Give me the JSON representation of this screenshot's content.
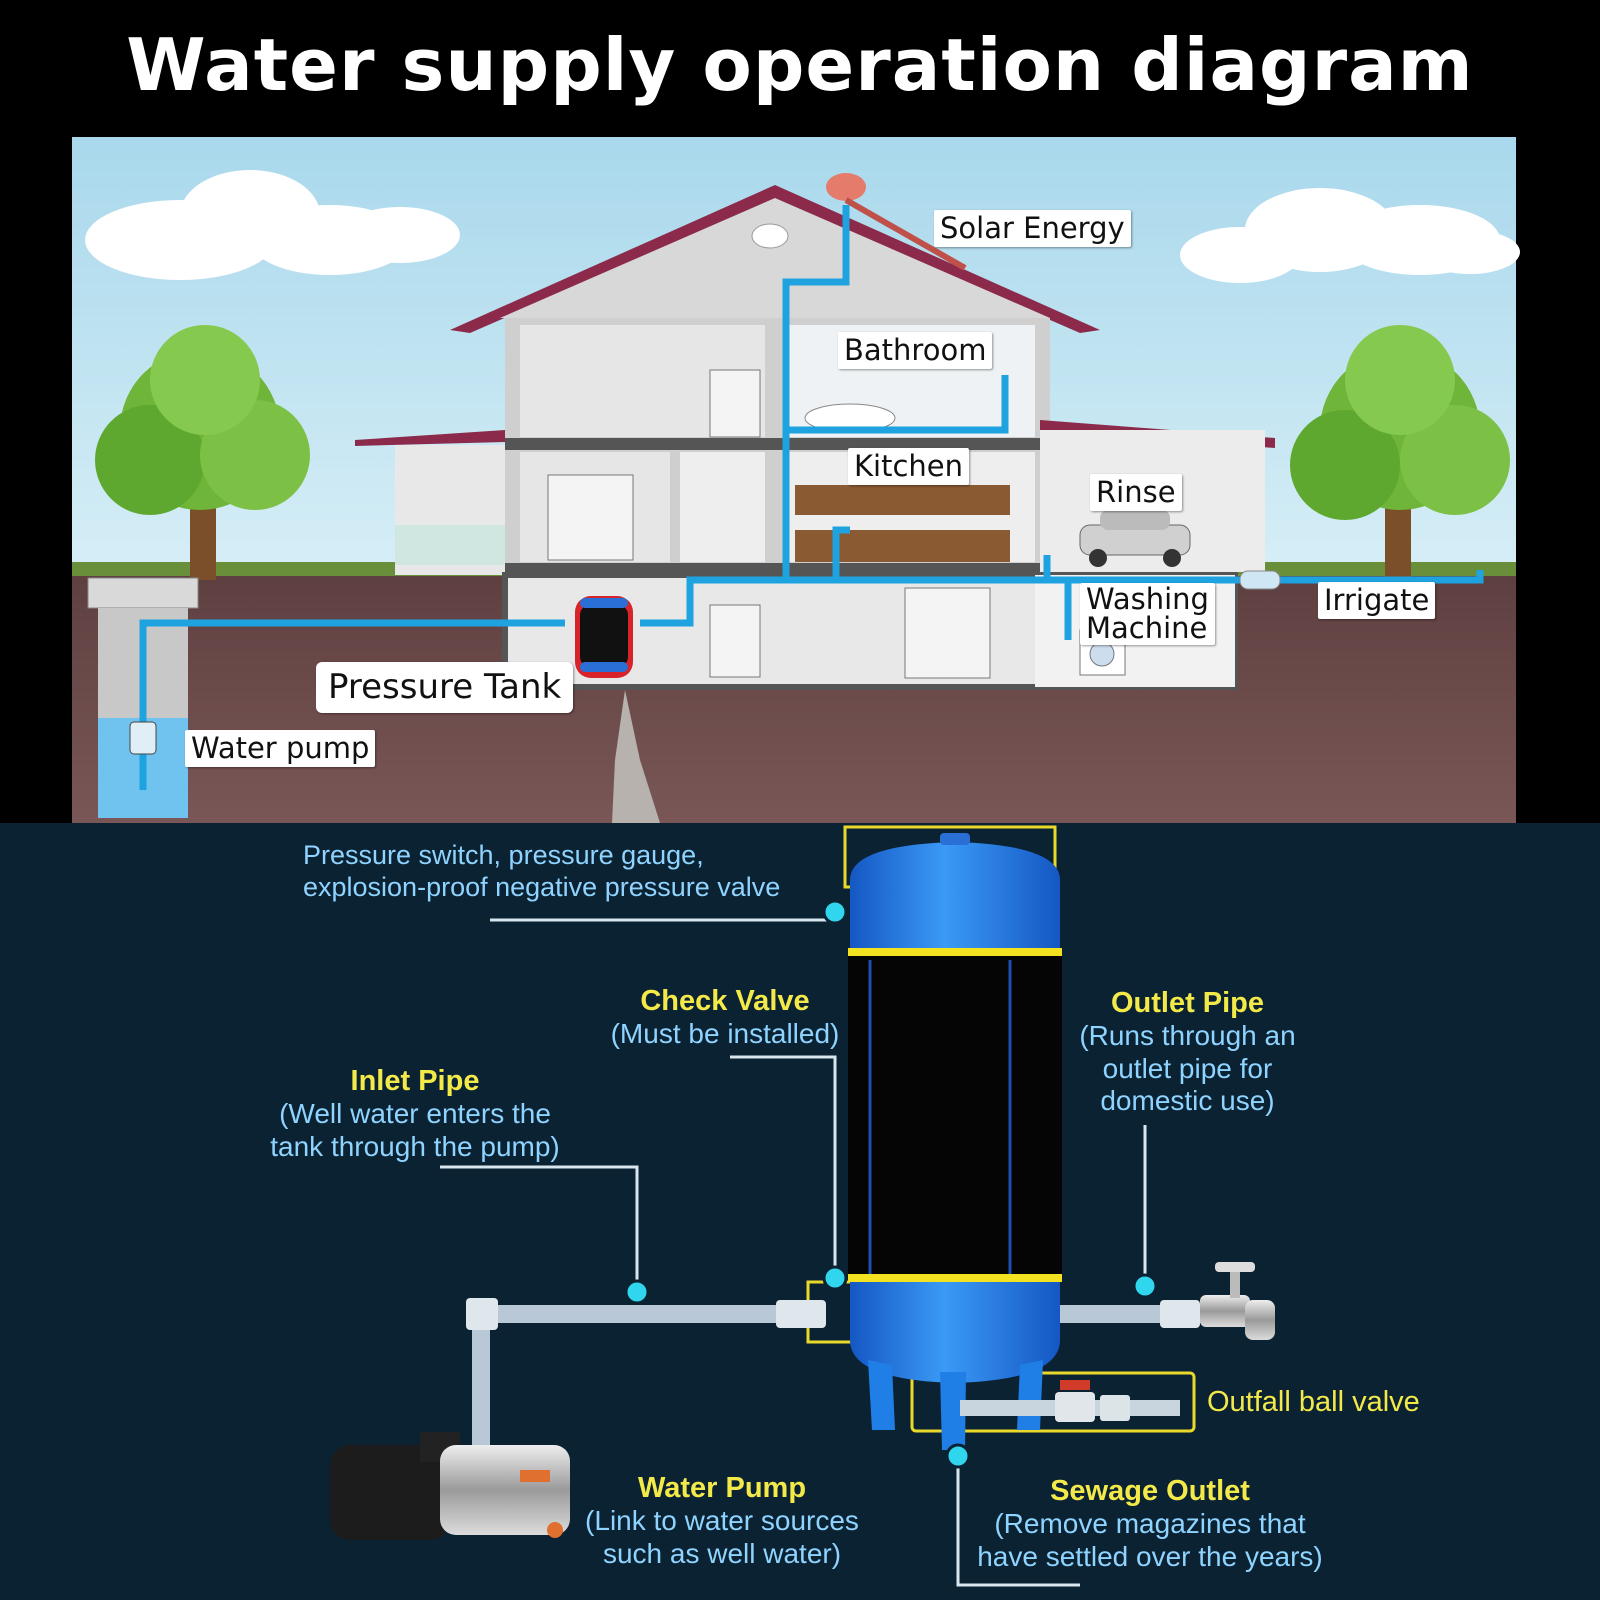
{
  "title": "Water supply operation diagram",
  "house": {
    "labels": {
      "solar_energy": "Solar Energy",
      "bathroom": "Bathroom",
      "kitchen": "Kitchen",
      "rinse": "Rinse",
      "washing_machine_1": "Washing",
      "washing_machine_2": "Machine",
      "irrigate": "Irrigate",
      "pressure_tank": "Pressure Tank",
      "water_pump": "Water pump"
    }
  },
  "tank": {
    "pressure_switch": {
      "line1": "Pressure switch, pressure gauge,",
      "line2": "explosion-proof negative pressure valve"
    },
    "check_valve": {
      "heading": "Check Valve",
      "desc": "(Must be installed)"
    },
    "outlet_pipe": {
      "heading": "Outlet Pipe",
      "desc1": "(Runs through an",
      "desc2": "outlet pipe for",
      "desc3": "domestic use)"
    },
    "inlet_pipe": {
      "heading": "Inlet Pipe",
      "desc1": "(Well water enters the",
      "desc2": "tank through the pump)"
    },
    "outfall_ball_valve": "Outfall ball valve",
    "water_pump": {
      "heading": "Water Pump",
      "desc1": "(Link to water sources",
      "desc2": "such as well water)"
    },
    "sewage_outlet": {
      "heading": "Sewage Outlet",
      "desc1": "(Remove magazines that",
      "desc2": "have settled over the years)"
    }
  },
  "colors": {
    "background": "#000000",
    "sky": "#bfe2f0",
    "ground": "#6a4b4a",
    "pipe": "#1ea3e0",
    "lower_panel": "#0b2233",
    "label_yellow": "#f3ea4a",
    "label_blue": "#8fd3ff",
    "tank_blue": "#1f7fe6",
    "callout_dot": "#2fd6ee"
  }
}
